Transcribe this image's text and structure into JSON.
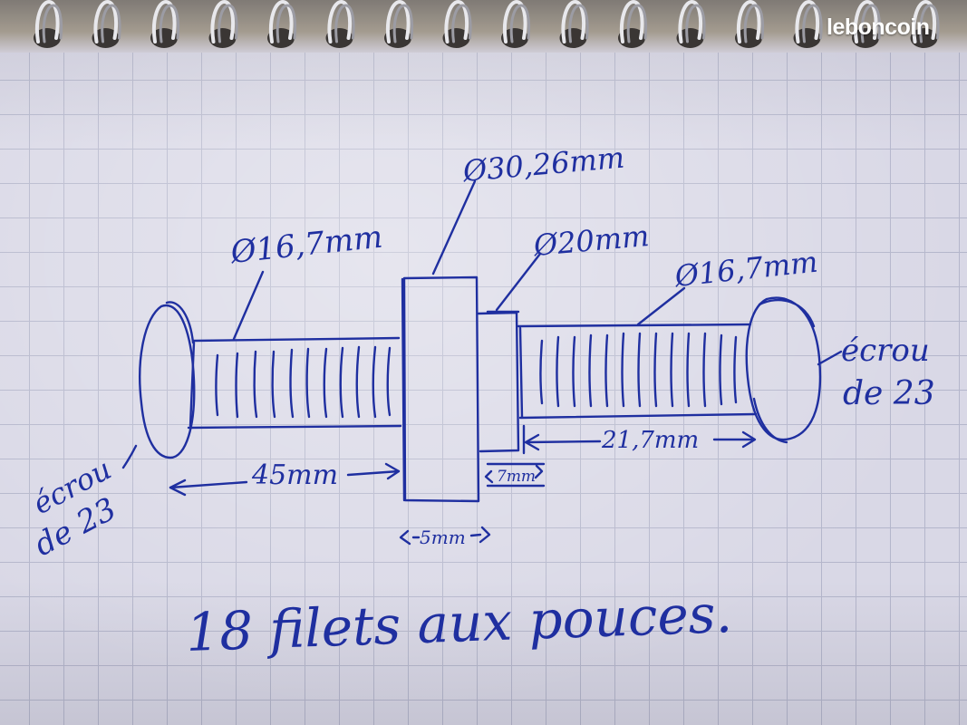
{
  "brand": {
    "name": "leboncoin"
  },
  "ink_color": "#1f2fa0",
  "labels": {
    "dia_left_rod": "Ø16,7mm",
    "dia_disc": "Ø30,26mm",
    "dia_collar": "Ø20mm",
    "dia_right_rod": "Ø16,7mm",
    "nut_left_line1": "écrou",
    "nut_left_line2": "de 23",
    "nut_right_line1": "écrou",
    "nut_right_line2": "de 23",
    "len_left": "45mm",
    "len_disc": "5mm",
    "len_collar": "7mm",
    "len_right": "21,7mm",
    "footer_note": "18 filets aux pouces."
  }
}
